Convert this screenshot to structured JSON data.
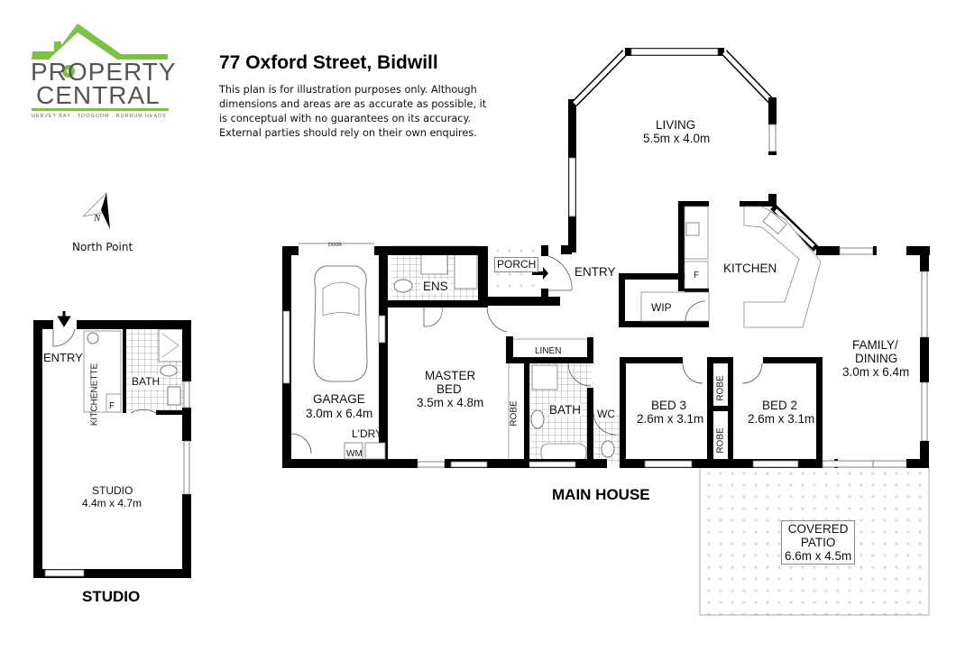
{
  "logo": {
    "line1": "PROPERTY",
    "line2": "CENTRAL",
    "tagline": "HERVEY BAY · TOOGOOM · BURRUM HEADS",
    "accent_color": "#7dc242",
    "text_color": "#555555"
  },
  "header": {
    "title": "77 Oxford Street, Bidwill",
    "disclaimer": "This plan is for illustration purposes only.  Although dimensions and areas are as accurate as possible, it is conceptual with no guarantees on its accuracy. External parties should rely on their own enquires."
  },
  "compass": {
    "letter": "N",
    "label": "North Point"
  },
  "studio": {
    "section_label": "STUDIO",
    "rooms": {
      "entry": "ENTRY",
      "kitchenette": "KITCHENETTE",
      "fridge": "F",
      "bath": "BATH",
      "studio_name": "STUDIO",
      "studio_size": "4.4m x 4.7m"
    }
  },
  "main_house": {
    "section_label": "MAIN HOUSE",
    "rooms": {
      "garage_door": "DOOR",
      "garage_name": "GARAGE",
      "garage_size": "3.0m x 6.4m",
      "laundry": "L'DRY",
      "washing_machine": "WM",
      "ensuite": "ENS",
      "porch": "PORCH",
      "entry": "ENTRY",
      "master_name": "MASTER",
      "master_name2": "BED",
      "master_size": "3.5m x 4.8m",
      "master_robe": "ROBE",
      "linen": "LINEN",
      "bath": "BATH",
      "wc": "WC",
      "living_name": "LIVING",
      "living_size": "5.5m x 4.0m",
      "kitchen": "KITCHEN",
      "fridge": "F",
      "wip": "WIP",
      "bed3_name": "BED 3",
      "bed3_size": "2.6m x 3.1m",
      "robe_a": "ROBE",
      "robe_b": "ROBE",
      "bed2_name": "BED 2",
      "bed2_size": "2.6m x 3.1m",
      "family_name": "FAMILY/",
      "family_name2": "DINING",
      "family_size": "3.0m x 6.4m",
      "patio_name": "COVERED",
      "patio_name2": "PATIO",
      "patio_size": "6.6m x 4.5m"
    }
  }
}
